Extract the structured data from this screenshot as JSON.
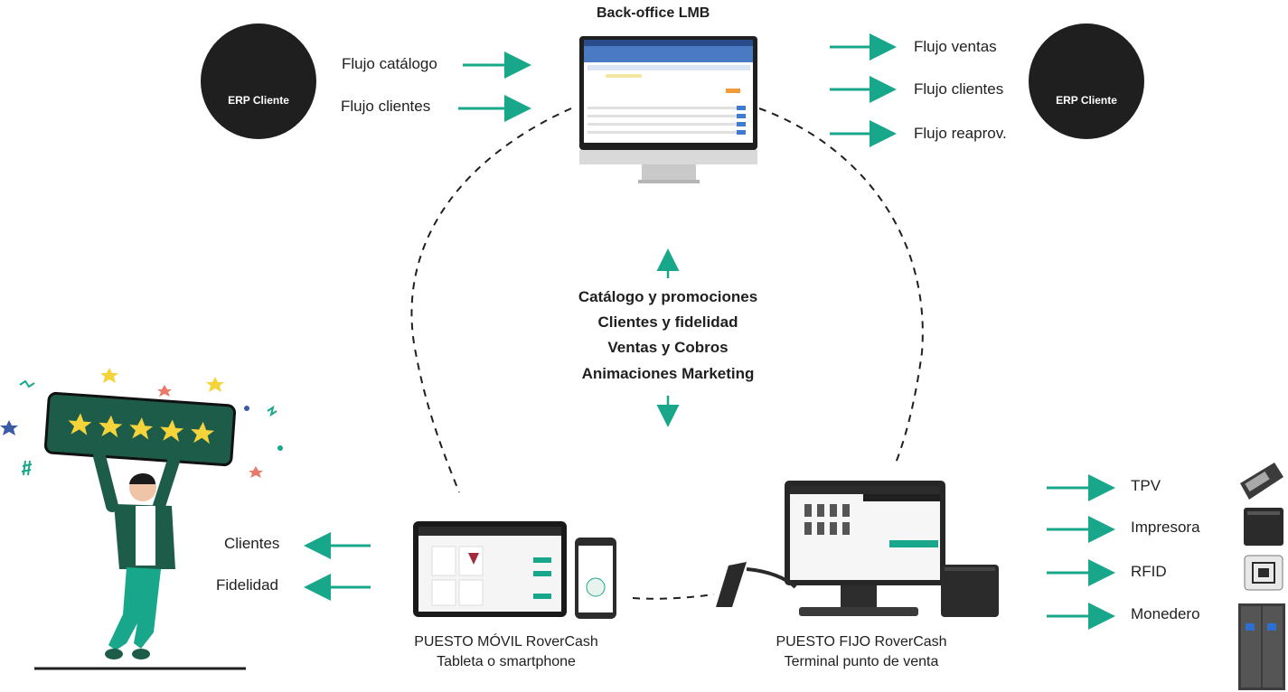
{
  "top": {
    "title": "Back-office LMB"
  },
  "erp_left": {
    "label": "ERP Cliente"
  },
  "erp_right": {
    "label": "ERP Cliente"
  },
  "left_flows": [
    "Flujo catálogo",
    "Flujo clientes"
  ],
  "right_flows": [
    "Flujo ventas",
    "Flujo clientes",
    "Flujo reaprov."
  ],
  "center_lines": [
    "Catálogo y promociones",
    "Clientes y fidelidad",
    "Ventas y Cobros",
    "Animaciones Marketing"
  ],
  "mobile": {
    "title": "PUESTO MÓVIL RoverCash",
    "subtitle": "Tableta o smartphone"
  },
  "fixed": {
    "title": "PUESTO FIJO RoverCash",
    "subtitle": "Terminal punto de venta"
  },
  "customer_outputs": [
    "Clientes",
    "Fidelidad"
  ],
  "peripherals": [
    "TPV",
    "Impresora",
    "RFID",
    "Monedero"
  ],
  "colors": {
    "accent": "#19a78b",
    "dark": "#1f1f1f",
    "panel": "#1e5c4a",
    "star": "#f5d43b"
  }
}
